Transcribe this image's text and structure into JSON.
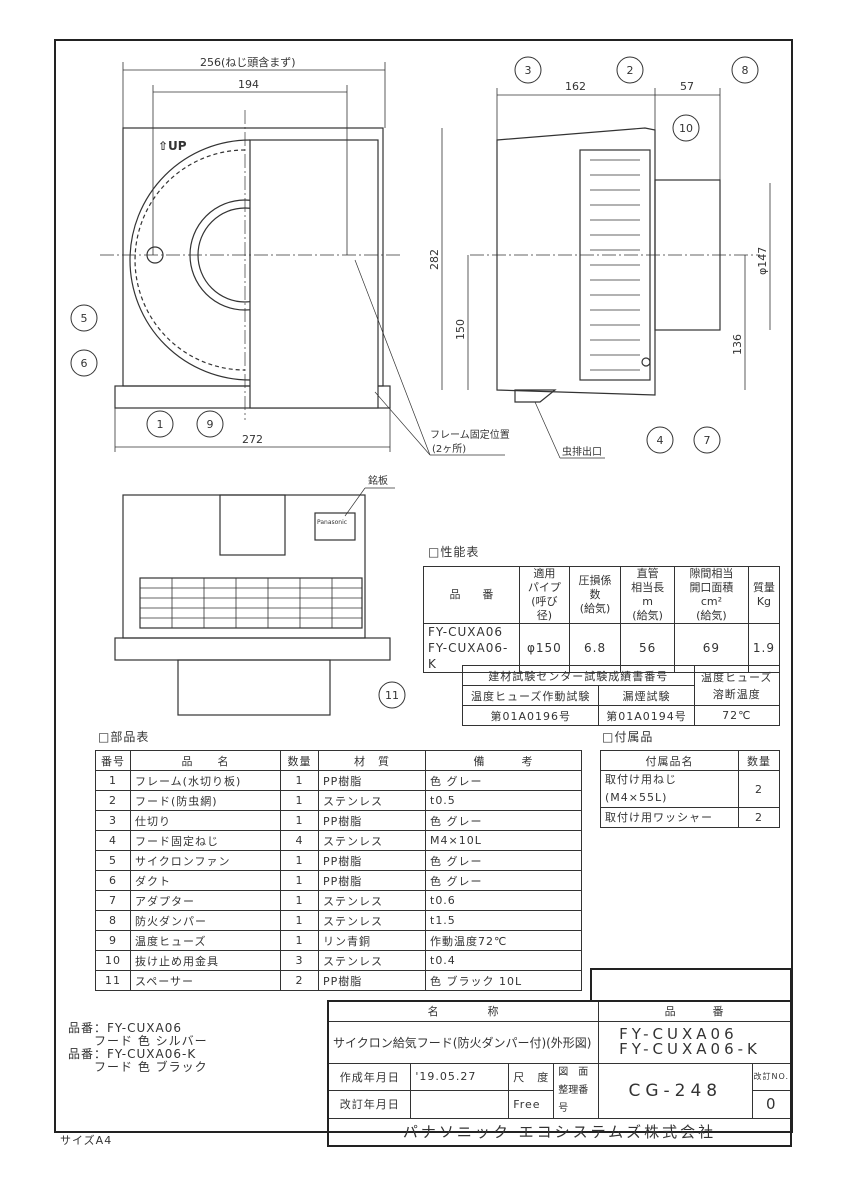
{
  "dimensions": {
    "d256": "256(ねじ頭含まず)",
    "d194": "194",
    "d272": "272",
    "d162": "162",
    "d57": "57",
    "d282": "282",
    "d150": "150",
    "d136": "136",
    "d147": "φ147"
  },
  "labels": {
    "up": "⇧UP",
    "frame_fix": "フレーム固定位置",
    "frame_fix_count": "(2ヶ所)",
    "insect_outlet": "虫排出口",
    "nameplate": "銘板",
    "brand": "Panasonic"
  },
  "callouts": [
    "1",
    "2",
    "3",
    "4",
    "5",
    "6",
    "7",
    "8",
    "9",
    "10",
    "11"
  ],
  "performance": {
    "title": "□性能表",
    "headers": [
      "品　　番",
      "適用\nパイプ\n(呼び径)",
      "圧損係数\n(給気)",
      "直管\n相当長 m\n(給気)",
      "隙間相当\n開口面積 cm²\n(給気)",
      "質量\nKg"
    ],
    "row": [
      "FY-CUXA06\nFY-CUXA06-K",
      "φ150",
      "6.8",
      "56",
      "69",
      "1.9"
    ]
  },
  "test": {
    "header": "建材試験センター試験成績書番号",
    "col1": "温度ヒューズ作動試験",
    "col2": "漏煙試験",
    "col3": "温度ヒューズ\n溶断温度",
    "v1": "第01A0196号",
    "v2": "第01A0194号",
    "v3": "72℃"
  },
  "parts": {
    "title": "□部品表",
    "headers": [
      "番号",
      "品　　名",
      "数量",
      "材　質",
      "備　　　考"
    ],
    "rows": [
      [
        "1",
        "フレーム(水切り板)",
        "1",
        "PP樹脂",
        "色 グレー"
      ],
      [
        "2",
        "フード(防虫網)",
        "1",
        "ステンレス",
        "t0.5"
      ],
      [
        "3",
        "仕切り",
        "1",
        "PP樹脂",
        "色 グレー"
      ],
      [
        "4",
        "フード固定ねじ",
        "4",
        "ステンレス",
        "M4×10L"
      ],
      [
        "5",
        "サイクロンファン",
        "1",
        "PP樹脂",
        "色 グレー"
      ],
      [
        "6",
        "ダクト",
        "1",
        "PP樹脂",
        "色 グレー"
      ],
      [
        "7",
        "アダプター",
        "1",
        "ステンレス",
        "t0.6"
      ],
      [
        "8",
        "防火ダンパー",
        "1",
        "ステンレス",
        "t1.5"
      ],
      [
        "9",
        "温度ヒューズ",
        "1",
        "リン青銅",
        "作動温度72℃"
      ],
      [
        "10",
        "抜け止め用金具",
        "3",
        "ステンレス",
        "t0.4"
      ],
      [
        "11",
        "スペーサー",
        "2",
        "PP樹脂",
        "色 ブラック 10L"
      ]
    ]
  },
  "accessories": {
    "title": "□付属品",
    "headers": [
      "付属品名",
      "数量"
    ],
    "rows": [
      [
        "取付け用ねじ\n(M4×55L)",
        "2"
      ],
      [
        "取付け用ワッシャー",
        "2"
      ]
    ]
  },
  "notes": [
    "品番：FY-CUXA06",
    "　　フード 色 シルバー",
    "品番：FY-CUXA06-K",
    "　　フード 色 ブラック"
  ],
  "title_block": {
    "name_header": "名　　　　称",
    "name": "サイクロン給気フード(防火ダンパー付)(外形図)",
    "number_header": "品　　　番",
    "numbers": "FY-CUXA06\nFY-CUXA06-K",
    "created_label": "作成年月日",
    "created": "'19.05.27",
    "revised_label": "改訂年月日",
    "scale_label": "尺　度",
    "scale": "Free",
    "drawing_label": "図　面\n整理番号",
    "drawing_no": "CG-248",
    "rev_label": "改訂NO.",
    "rev": "0",
    "company": "パナソニック エコシステムズ株式会社"
  },
  "size": "サイズA4"
}
